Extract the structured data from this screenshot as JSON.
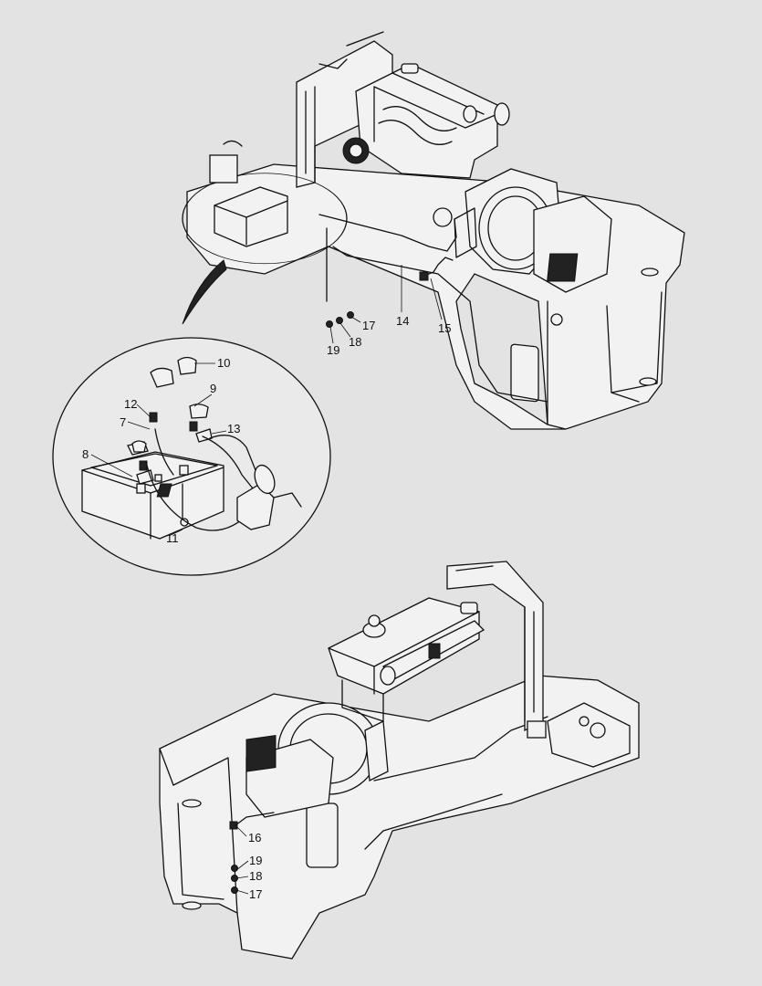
{
  "callouts": [
    {
      "id": "c10",
      "label": "10"
    },
    {
      "id": "c9",
      "label": "9"
    },
    {
      "id": "c12",
      "label": "12"
    },
    {
      "id": "c7",
      "label": "7"
    },
    {
      "id": "c13",
      "label": "13"
    },
    {
      "id": "c8",
      "label": "8"
    },
    {
      "id": "c11",
      "label": "11"
    },
    {
      "id": "c14",
      "label": "14"
    },
    {
      "id": "c15",
      "label": "15"
    },
    {
      "id": "c17a",
      "label": "17"
    },
    {
      "id": "c18a",
      "label": "18"
    },
    {
      "id": "c19a",
      "label": "19"
    },
    {
      "id": "c16",
      "label": "16"
    },
    {
      "id": "c19b",
      "label": "19"
    },
    {
      "id": "c18b",
      "label": "18"
    },
    {
      "id": "c17b",
      "label": "17"
    }
  ]
}
